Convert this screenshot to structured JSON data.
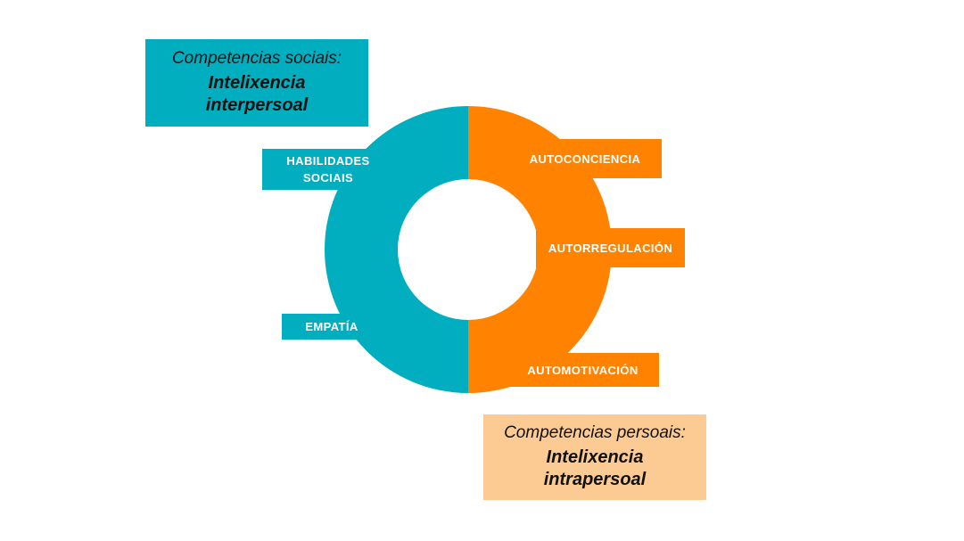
{
  "colors": {
    "social": "#00AEBF",
    "personal": "#FF8300",
    "personal_light": "#FCCB94",
    "text_dark": "#111111",
    "text_light": "#FFFFFF"
  },
  "social": {
    "subtitle": "Competencias sociais:",
    "title_line1": "Intelixencia",
    "title_line2": "interpersoal",
    "items": {
      "habilidades_line1": "HABILIDADES",
      "habilidades_line2": "SOCIAIS",
      "empatia": "EMPATÍA"
    }
  },
  "personal": {
    "subtitle": "Competencias persoais:",
    "title_line1": "Intelixencia",
    "title_line2": "intrapersoal",
    "items": {
      "autoconciencia": "AUTOCONCIENCIA",
      "autorregulacion": "AUTORREGULACIÓN",
      "automotivacion": "AUTOMOTIVACIÓN"
    }
  }
}
